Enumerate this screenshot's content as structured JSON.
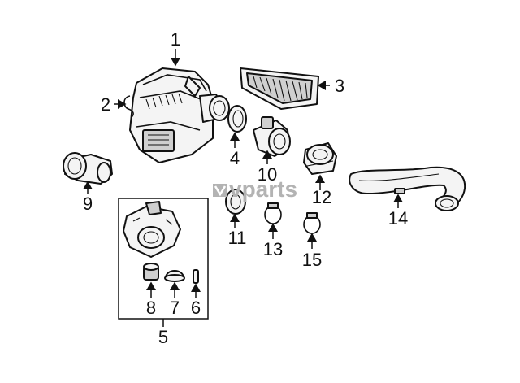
{
  "watermark": "vparts",
  "callouts": {
    "c1": "1",
    "c2": "2",
    "c3": "3",
    "c4": "4",
    "c5": "5",
    "c6": "6",
    "c7": "7",
    "c8": "8",
    "c9": "9",
    "c10": "10",
    "c11": "11",
    "c12": "12",
    "c13": "13",
    "c14": "14",
    "c15": "15"
  }
}
